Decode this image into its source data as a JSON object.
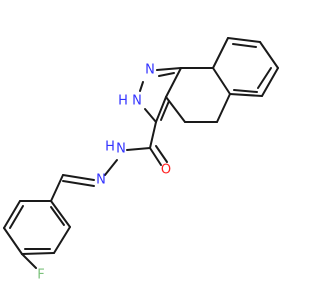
{
  "atoms": {
    "n_ring_top": {
      "text": "N",
      "color": "#3333ff"
    },
    "nh_ring": {
      "text": "H",
      "color": "#3333ff"
    },
    "n_ring_side": {
      "text": "N",
      "color": "#3333ff"
    },
    "amide_h": {
      "text": "H",
      "color": "#3333ff"
    },
    "amide_n": {
      "text": "N",
      "color": "#3333ff"
    },
    "hydrazone_n": {
      "text": "N",
      "color": "#3333ff"
    },
    "carbonyl_o": {
      "text": "O",
      "color": "#ff2020"
    },
    "fluorine": {
      "text": "F",
      "color": "#7cc27c"
    }
  }
}
